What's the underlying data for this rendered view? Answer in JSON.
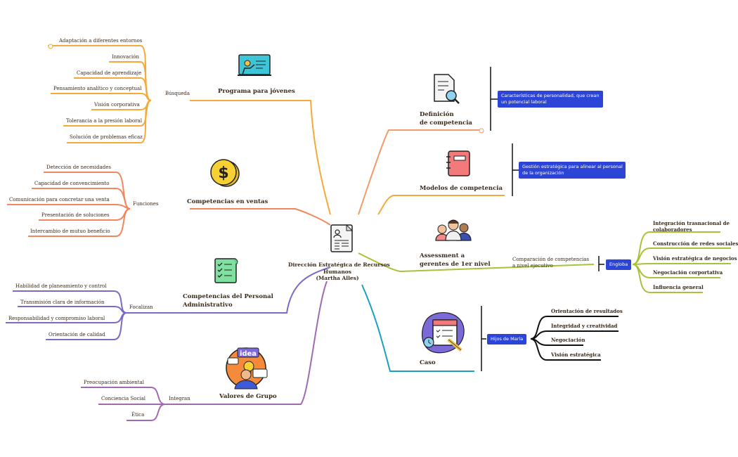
{
  "center": {
    "title_line1": "Dirección Estratégica de Recursos",
    "title_line2": "Humanos",
    "title_line3": "(Martha Alles)"
  },
  "left": {
    "programa": {
      "title": "Programa para jóvenes",
      "connector": "Búsqueda",
      "items": [
        "Adaptación a diferentes entornos",
        "Innovación",
        "Capacidad de aprendizaje",
        "Pensamiento analítico y conceptual",
        "Visión corporativa",
        "Tolerancia a la presión laboral",
        "Solución de problemas eficaz"
      ]
    },
    "ventas": {
      "title": "Competencias en ventas",
      "connector": "Funciones",
      "items": [
        "Detección de necesidades",
        "Capacidad de convencimiento",
        "Comunicación para concretar una venta",
        "Presentación de soluciones",
        "Intercambio de mutuo beneficio"
      ]
    },
    "personal": {
      "title_line1": "Competencias del Personal",
      "title_line2": "Administrativo",
      "connector": "Focalizan",
      "items": [
        "Habilidad de planeamiento y control",
        "Transmisión clara de información",
        "Responsabilidad y compromiso laboral",
        "Orientación de calidad"
      ]
    },
    "valores": {
      "title": "Valores de Grupo",
      "connector": "Integran",
      "items": [
        "Preocupación ambiental",
        "Conciencia Social",
        "Ética"
      ]
    }
  },
  "right": {
    "definicion": {
      "title_line1": "Definición",
      "title_line2": "de competencia",
      "box_line1": "Características de personalidad, que crean",
      "box_line2": "un potencial laboral"
    },
    "modelos": {
      "title": "Modelos de competencia",
      "box_line1": "Gestión estratégica para alinear al personal",
      "box_line2": "de la organización"
    },
    "assessment": {
      "title_line1": "Assessment a",
      "title_line2": "gerentes de 1er nivel",
      "connector_line1": "Comparación de competencias",
      "connector_line2": "a nivel ejecutivo",
      "box": "Engloba",
      "items": [
        {
          "line1": "Integración trasnacional de",
          "line2": "colaboradores"
        },
        {
          "line1": "Construcción de redes sociales",
          "line2": ""
        },
        {
          "line1": "Visión estratégica de negocios",
          "line2": ""
        },
        {
          "line1": "Negociación corportativa",
          "line2": ""
        },
        {
          "line1": "Influencia general",
          "line2": ""
        }
      ]
    },
    "caso": {
      "title": "Caso",
      "box": "Hijos de María",
      "items": [
        "Orientación de resultados",
        "Integridad y creatividad",
        "Negociación",
        "Visión estratégica"
      ]
    }
  },
  "icons": [
    "presentation-icon",
    "dollar-coin-icon",
    "checklist-icon",
    "idea-icon",
    "document-icon",
    "document-search-icon",
    "notebook-icon",
    "people-icon",
    "calendar-icon"
  ],
  "colors": {
    "orange": "#f6a93b",
    "coral": "#f1875d",
    "purple": "#7d6ac4",
    "violet": "#a06ab3",
    "salmon": "#f29b6b",
    "lime": "#a8c23b",
    "teal": "#1a9fc0",
    "black": "#111111",
    "box": "#2d45d6"
  }
}
